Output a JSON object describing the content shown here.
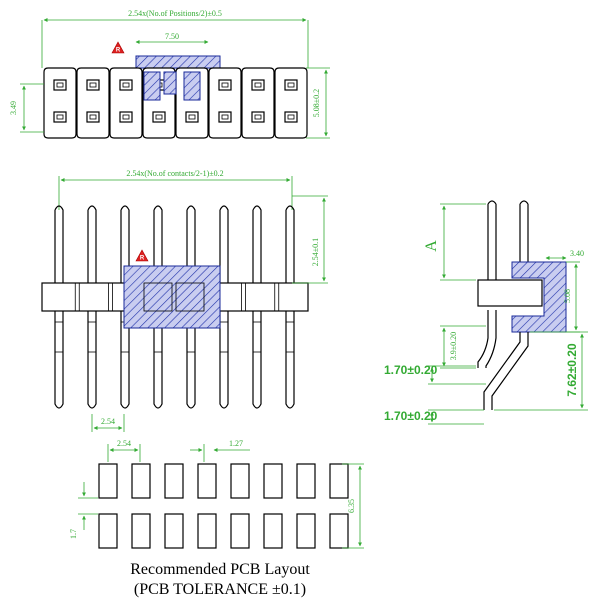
{
  "top_view": {
    "overall_length_label": "2.54x(No.of Positions/2)±0.5",
    "cover_width_label": "7.50",
    "height_left_label": "3.49",
    "height_right_label": "5.08±0.2"
  },
  "front_view": {
    "overall_length_label": "2.54x(No.of contacts/2-1)±0.2",
    "height_label": "2.54±0.1",
    "pitch_label": "2.54"
  },
  "side_view": {
    "a_label": "A",
    "cover_width_label": "3.40",
    "cover_height_label": "5.08",
    "tail_offset_label": "3.9±0.20",
    "dim_1_label": "1.70±0.20",
    "dim_2_label": "7.62±0.20",
    "dim_3_label": "1.70±0.20"
  },
  "pcb_layout": {
    "pitch_label": "2.54",
    "pad_width_label": "1.27",
    "pad_height_label": "1.7",
    "row_span_label": "6.35",
    "caption_line1": "Recommended PCB Layout",
    "caption_line2": "(PCB TOLERANCE ±0.1)"
  },
  "warning_mark": "R"
}
